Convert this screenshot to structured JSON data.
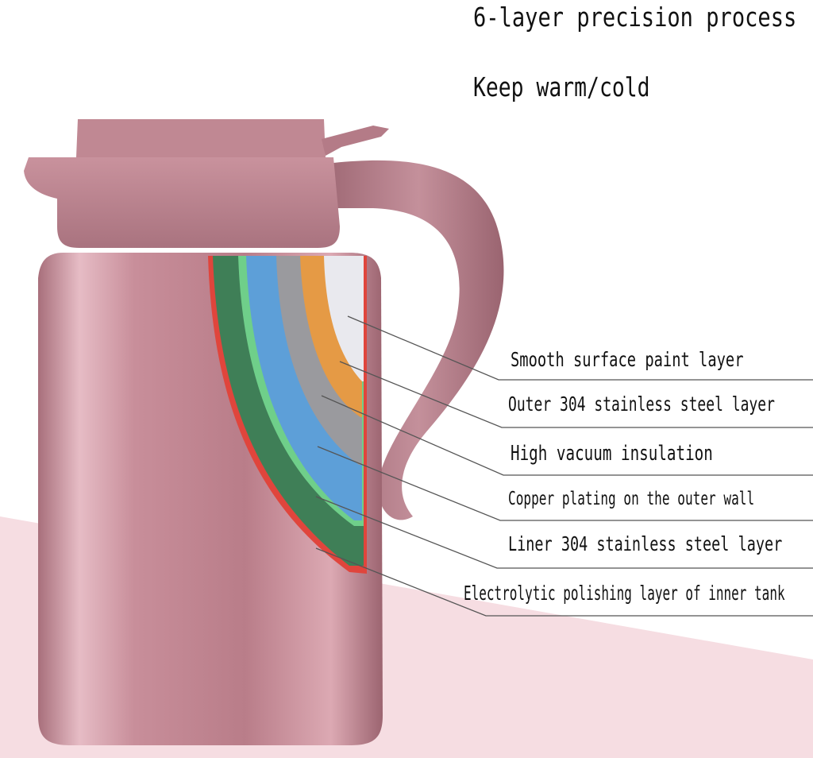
{
  "headline": {
    "title": "6-layer precision process",
    "subtitle": "Keep warm/cold"
  },
  "layers": [
    {
      "label": "Smooth surface paint layer",
      "color": "#e9e9ee"
    },
    {
      "label": "Outer 304 stainless steel layer",
      "color": "#e59a45"
    },
    {
      "label": "High vacuum insulation",
      "color": "#9a9a9e"
    },
    {
      "label": "Copper plating on the outer wall",
      "color": "#5d9fd8"
    },
    {
      "label": "Liner 304 stainless steel layer",
      "color": "#6fcf8a"
    },
    {
      "label": "Electrolytic polishing layer of inner tank",
      "color": "#3f7f57"
    }
  ],
  "product": {
    "body_color": "#c48b97",
    "handle_color": "#b87d8a",
    "shell_edge_color": "#e0453c",
    "backdrop_color": "#f6dde2"
  }
}
